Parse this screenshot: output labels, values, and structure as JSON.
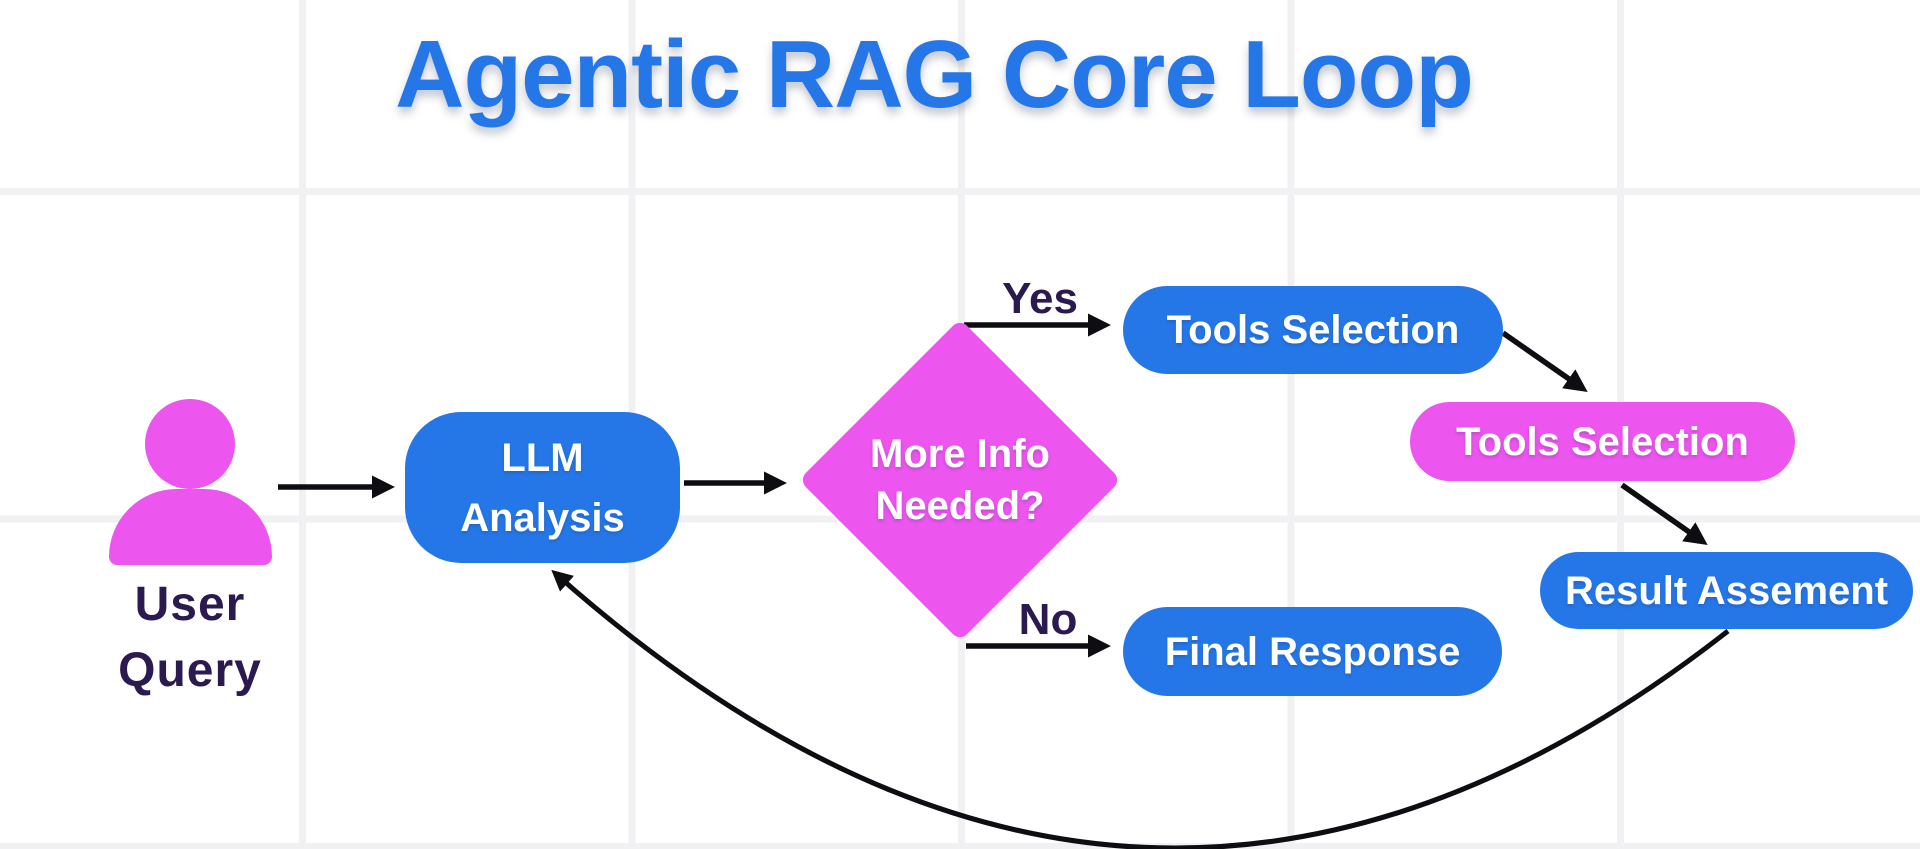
{
  "title": "Agentic RAG Core Loop",
  "colors": {
    "background": "#ffffff",
    "grid": "#f1f1f3",
    "blue": "#2577e8",
    "magenta": "#ec55ee",
    "dark": "#2b1a4f",
    "nodetext": "#ffffff",
    "arrow": "#0d0d12"
  },
  "nodes": {
    "user_query": {
      "label": "User\nQuery"
    },
    "llm_analysis": {
      "label": "LLM\nAnalysis"
    },
    "decision": {
      "label": "More Info\nNeeded?"
    },
    "tools_selection_blue": {
      "label": "Tools Selection"
    },
    "tools_selection_pink": {
      "label": "Tools Selection"
    },
    "result_assessment": {
      "label": "Result Assement"
    },
    "final_response": {
      "label": "Final Response"
    }
  },
  "edge_labels": {
    "yes": "Yes",
    "no": "No"
  }
}
